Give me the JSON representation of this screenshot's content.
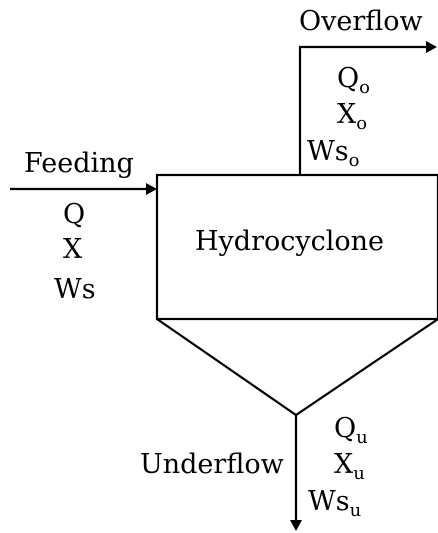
{
  "feed": {
    "label": "Feeding",
    "q": "Q",
    "x": "X",
    "ws": "Ws"
  },
  "unit": {
    "label": "Hydrocyclone"
  },
  "overflow": {
    "label": "Overflow",
    "q": "Q",
    "q_sub": "o",
    "x": "X",
    "x_sub": "o",
    "ws": "Ws",
    "ws_sub": "o"
  },
  "underflow": {
    "label": "Underflow",
    "q": "Q",
    "q_sub": "u",
    "x": "X",
    "x_sub": "u",
    "ws": "Ws",
    "ws_sub": "u"
  }
}
